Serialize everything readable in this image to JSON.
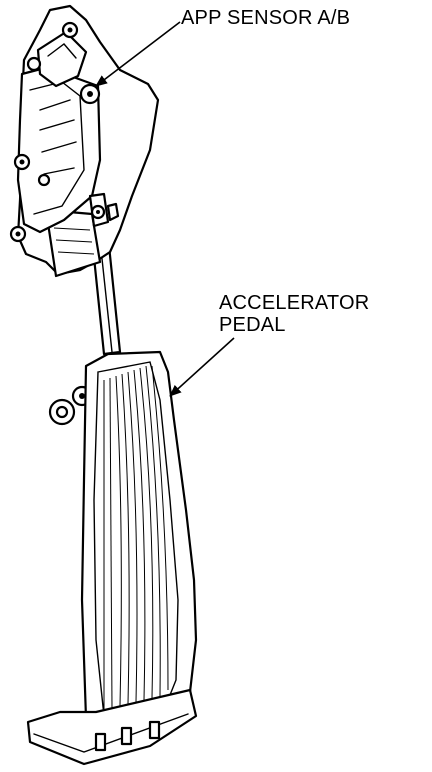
{
  "labels": {
    "app_sensor": "APP SENSOR A/B",
    "accelerator_pedal_line1": "ACCELERATOR",
    "accelerator_pedal_line2": "PEDAL"
  }
}
